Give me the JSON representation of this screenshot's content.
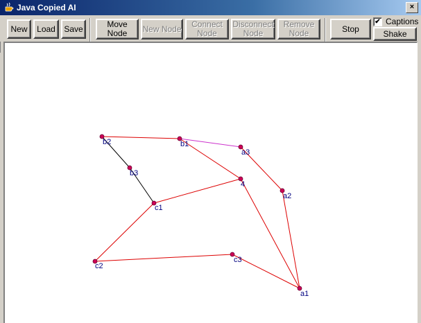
{
  "window": {
    "title": "Java Copied AI",
    "close_label": "×"
  },
  "toolbar": {
    "new_label": "New",
    "load_label": "Load",
    "save_label": "Save",
    "move_node_label": "Move\nNode",
    "new_node_label": "New Node",
    "connect_node_label": "Connect\nNode",
    "disconnect_node_label": "Disconnect\nNode",
    "remove_node_label": "Remove\nNode",
    "stop_label": "Stop",
    "captions_label": "Captions",
    "captions_checked": "✔",
    "shake_label": "Shake"
  },
  "colors": {
    "edge_red": "#dd0000",
    "edge_magenta": "#cc33cc",
    "edge_black": "#000000",
    "node_fill": "#cc0055",
    "label": "#000080"
  },
  "graph": {
    "nodes": [
      {
        "id": "b2",
        "label": "b2"
      },
      {
        "id": "b1",
        "label": "b1"
      },
      {
        "id": "a3",
        "label": "a3"
      },
      {
        "id": "b3",
        "label": "b3"
      },
      {
        "id": "a4",
        "label": "4"
      },
      {
        "id": "a2",
        "label": "a2"
      },
      {
        "id": "c1",
        "label": "c1"
      },
      {
        "id": "c2",
        "label": "c2"
      },
      {
        "id": "c3",
        "label": "c3"
      },
      {
        "id": "a1",
        "label": "a1"
      }
    ],
    "edges": [
      {
        "from": "b2",
        "to": "b1",
        "color": "red"
      },
      {
        "from": "b1",
        "to": "a3",
        "color": "magenta"
      },
      {
        "from": "b1",
        "to": "a4",
        "color": "red"
      },
      {
        "from": "a3",
        "to": "a2",
        "color": "red"
      },
      {
        "from": "a2",
        "to": "a1",
        "color": "red"
      },
      {
        "from": "a4",
        "to": "a1",
        "color": "red"
      },
      {
        "from": "b2",
        "to": "b3",
        "color": "black"
      },
      {
        "from": "b3",
        "to": "c1",
        "color": "black"
      },
      {
        "from": "c1",
        "to": "a4",
        "color": "red"
      },
      {
        "from": "c1",
        "to": "c2",
        "color": "red"
      },
      {
        "from": "c2",
        "to": "c3",
        "color": "red"
      },
      {
        "from": "c3",
        "to": "a1",
        "color": "red"
      }
    ]
  }
}
